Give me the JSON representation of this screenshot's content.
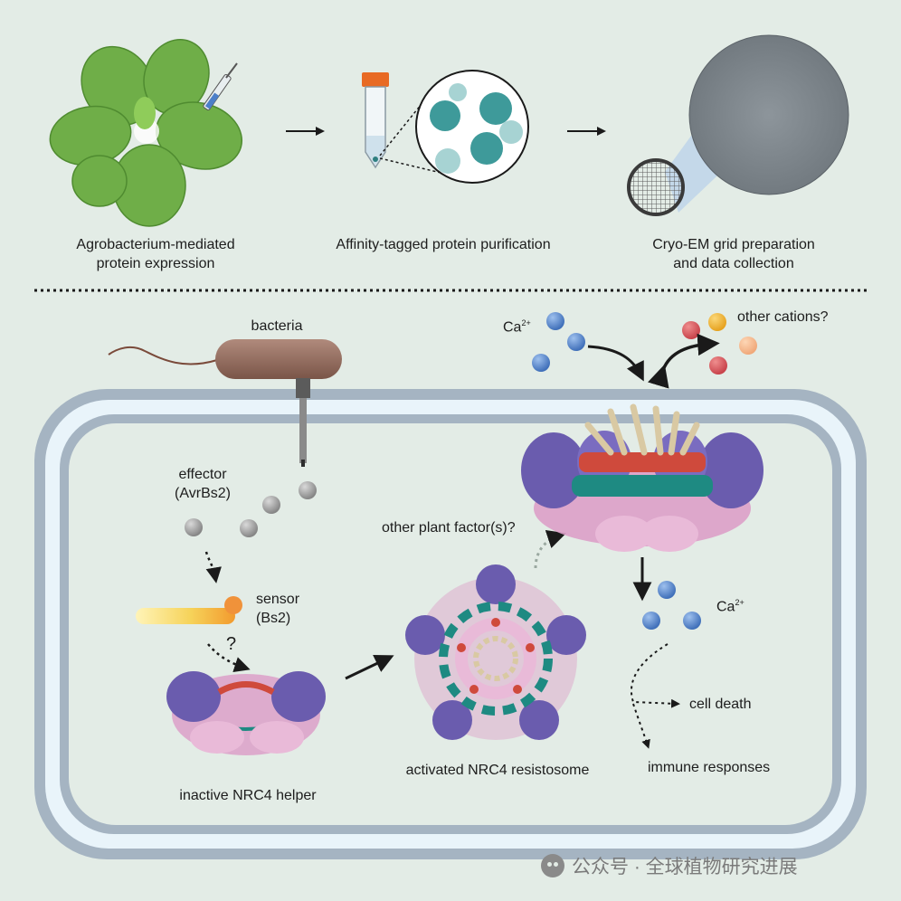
{
  "steps": [
    {
      "line1": "Agrobacterium-mediated",
      "line2": "protein expression"
    },
    {
      "line1": "Affinity-tagged protein purification",
      "line2": ""
    },
    {
      "line1": "Cryo-EM grid preparation",
      "line2": "and data collection"
    }
  ],
  "labels": {
    "bacteria": "bacteria",
    "ca_top": "Ca",
    "ca_top_sup": "2+",
    "other_cations": "other cations?",
    "effector_1": "effector",
    "effector_2": "(AvrBs2)",
    "other_factors": "other plant factor(s)?",
    "sensor_1": "sensor",
    "sensor_2": "(Bs2)",
    "question": "?",
    "ca_bottom": "Ca",
    "ca_bottom_sup": "2+",
    "cell_death": "cell death",
    "immune": "immune responses",
    "inactive": "inactive NRC4 helper",
    "activated": "activated NRC4 resistosome"
  },
  "watermark": {
    "text": "公众号 · 全球植物研究进展",
    "icon": "wechat-icon"
  },
  "colors": {
    "background": "#e3ece6",
    "membrane": "#a5b4c2",
    "cytoplasm": "#e9f4fa",
    "calcium": "#4c7fc9",
    "effector": "#9c9c9c",
    "sensor": "#f3a93b",
    "protein_purple": "#6a5cae",
    "protein_pink": "#dca0c8",
    "protein_teal": "#1e8a82",
    "protein_red": "#cf4a3c",
    "protein_tan": "#d9c9a3"
  }
}
